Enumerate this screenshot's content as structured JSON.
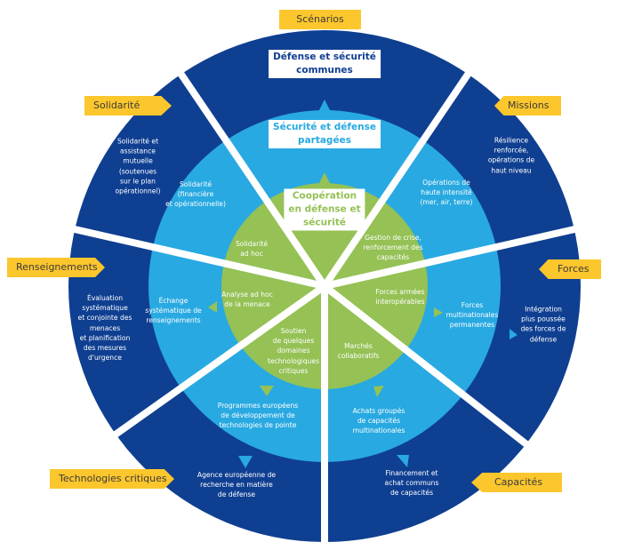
{
  "colors": {
    "outer_ring": "#0f3f91",
    "middle_ring": "#28a9e1",
    "inner_circle": "#95c155",
    "divider": "#ffffff",
    "tag_bg": "#fcc62d",
    "tag_text": "#3a3a3a",
    "title_outer": "#0f3f91",
    "title_middle": "#28a9e1",
    "title_inner": "#95c155"
  },
  "titles": {
    "outer": [
      "Défense et sécurité",
      "communes"
    ],
    "middle": [
      "Sécurité et défense",
      "partagées"
    ],
    "inner": [
      "Coopération",
      "en défense et",
      "sécurité"
    ]
  },
  "tags": {
    "scenarios": "Scénarios",
    "solidarite": "Solidarité",
    "missions": "Missions",
    "renseignements": "Renseignements",
    "forces": "Forces",
    "technologies": "Technologies critiques",
    "capacites": "Capacités"
  },
  "segments": {
    "solidarite": {
      "outer": "Solidarité et\nassistance\nmutuelle\n(soutenues\nsur le plan\nopérationnel)",
      "middle": "Solidarité\n(financière\net opérationnelle)",
      "inner": "Solidarité\nad hoc"
    },
    "missions": {
      "outer": "Résilience\nrenforcée,\nopérations de\nhaut niveau",
      "middle": "Opérations de\nhaute intensité\n(mer, air, terre)",
      "inner": "Gestion de crise,\nrenforcement des\ncapacités"
    },
    "renseignements": {
      "outer": "Évaluation\nsystématique\net conjointe des\nmenaces\net planification\ndes mesures\nd'urgence",
      "middle": "Échange\nsystématique de\nrenseignements",
      "inner": "Analyse ad hoc\nde la menace"
    },
    "forces": {
      "outer": "Intégration\nplus poussée\ndes forces de\ndéfense",
      "middle": "Forces\nmultinationales\npermanentes",
      "inner": "Forces armées\ninteropérables"
    },
    "technologies": {
      "outer": "Agence européenne de\nrecherche en matière\nde défense",
      "middle": "Programmes européens\nde développement de\ntechnologies de pointe",
      "inner": "Soutien\nde quelques\ndomaines\ntechnologiques\ncritiques"
    },
    "capacites": {
      "outer": "Financement et\nachat communs\nde capacités",
      "middle": "Achats groupés\nde capacités\nmultinationales",
      "inner": "Marchés\ncollaboratifs"
    }
  }
}
